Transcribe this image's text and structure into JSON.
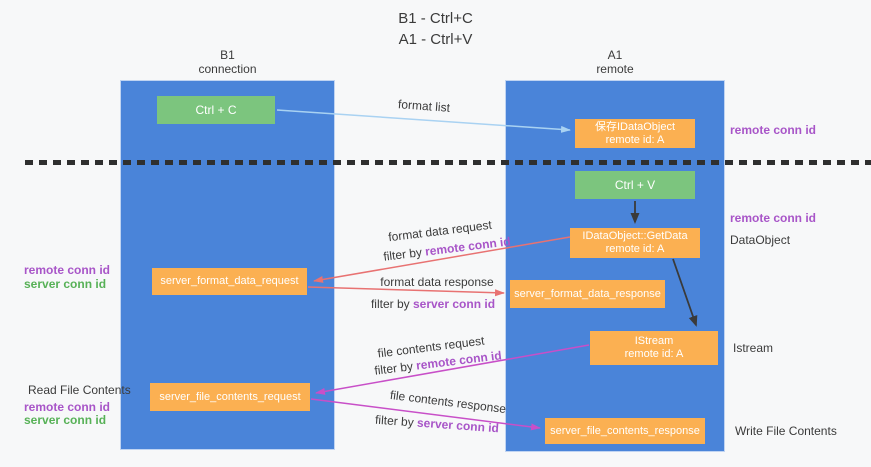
{
  "title": {
    "line1": "B1 - Ctrl+C",
    "line2": "A1 - Ctrl+V"
  },
  "lanes": {
    "left": {
      "title": "B1",
      "subtitle": "connection"
    },
    "right": {
      "title": "A1",
      "subtitle": "remote"
    }
  },
  "nodes": {
    "ctrl_c": {
      "label": "Ctrl + C"
    },
    "save_idataobject": {
      "line1": "保存IDataObject",
      "line2": "remote id: A"
    },
    "ctrl_v": {
      "label": "Ctrl + V"
    },
    "getdata": {
      "line1": "IDataObject::GetData",
      "line2": "remote id: A"
    },
    "server_format_data_request": {
      "label": "server_format_data_request"
    },
    "server_format_data_response": {
      "label": "server_format_data_response"
    },
    "istream": {
      "line1": "IStream",
      "line2": "remote id: A"
    },
    "server_file_contents_request": {
      "label": "server_file_contents_request"
    },
    "server_file_contents_response": {
      "label": "server_file_contents_response"
    }
  },
  "edges": {
    "format_list": {
      "label": "format list"
    },
    "format_data_request": {
      "label": "format data request",
      "filter_prefix": "filter by ",
      "filter_key": "remote conn id"
    },
    "format_data_response": {
      "label": "format data response",
      "filter_prefix": "filter by ",
      "filter_key": "server conn id"
    },
    "file_contents_request": {
      "label": "file contents request",
      "filter_prefix": "filter by ",
      "filter_key": "remote conn id"
    },
    "file_contents_response": {
      "label": "file contents response",
      "filter_prefix": "filter by ",
      "filter_key": "server conn id"
    }
  },
  "annotations": {
    "right_remote_conn_id_1": "remote conn id",
    "right_remote_conn_id_2": "remote conn id",
    "right_dataobject": "DataObject",
    "right_istream": "Istream",
    "right_write_file_contents": "Write File Contents",
    "left_remote_conn_id_1": "remote conn id",
    "left_server_conn_id_1": "server conn id",
    "left_read_file_contents": "Read File Contents",
    "left_remote_conn_id_2": "remote conn id",
    "left_server_conn_id_2": "server conn id"
  },
  "colors": {
    "lane_blue": "#4a84d9",
    "node_orange": "#fbb052",
    "node_green": "#7cc57e",
    "arrow_blue": "#a9d2f2",
    "arrow_red": "#e87272",
    "arrow_magenta": "#c84fc8",
    "arrow_black": "#3a3a3a",
    "text_purple": "#a855c8",
    "text_green": "#57b157",
    "text_dark": "#3b3b3b",
    "background": "#f7f8f9",
    "divider": "#2f2f2f"
  }
}
